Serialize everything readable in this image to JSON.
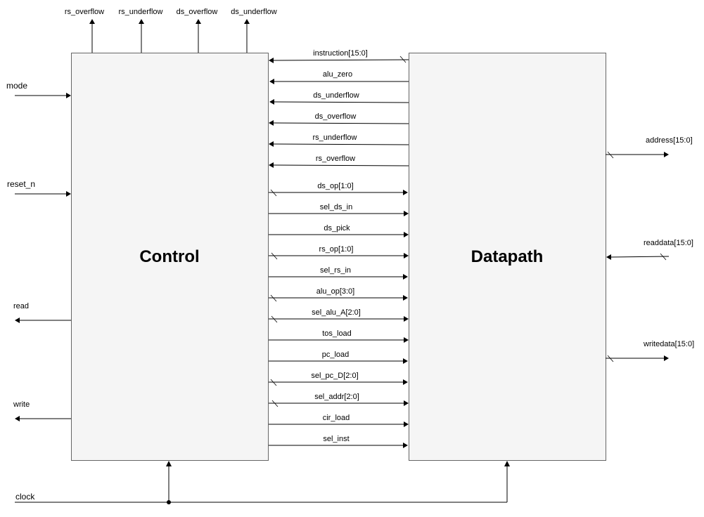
{
  "blocks": {
    "control": {
      "label": "Control"
    },
    "datapath": {
      "label": "Datapath"
    }
  },
  "top_outputs": [
    "rs_overflow",
    "rs_underflow",
    "ds_overflow",
    "ds_underflow"
  ],
  "left_inputs": [
    "mode",
    "reset_n"
  ],
  "left_outputs": [
    "read",
    "write"
  ],
  "datapath_to_control": [
    {
      "label": "instruction[15:0]",
      "bus": true
    },
    {
      "label": "alu_zero",
      "bus": false
    },
    {
      "label": "ds_underflow",
      "bus": false
    },
    {
      "label": "ds_overflow",
      "bus": false
    },
    {
      "label": "rs_underflow",
      "bus": false
    },
    {
      "label": "rs_overflow",
      "bus": false
    }
  ],
  "control_to_datapath": [
    {
      "label": "ds_op[1:0]",
      "bus": true
    },
    {
      "label": "sel_ds_in",
      "bus": false
    },
    {
      "label": "ds_pick",
      "bus": false
    },
    {
      "label": "rs_op[1:0]",
      "bus": true
    },
    {
      "label": "sel_rs_in",
      "bus": false
    },
    {
      "label": "alu_op[3:0]",
      "bus": true
    },
    {
      "label": "sel_alu_A[2:0]",
      "bus": true
    },
    {
      "label": "tos_load",
      "bus": false
    },
    {
      "label": "pc_load",
      "bus": false
    },
    {
      "label": "sel_pc_D[2:0]",
      "bus": true
    },
    {
      "label": "sel_addr[2:0]",
      "bus": true
    },
    {
      "label": "cir_load",
      "bus": false
    },
    {
      "label": "sel_inst",
      "bus": false
    }
  ],
  "right_ports": [
    {
      "label": "address[15:0]",
      "direction": "out"
    },
    {
      "label": "readdata[15:0]",
      "direction": "in"
    },
    {
      "label": "writedata[15:0]",
      "direction": "out"
    }
  ],
  "clock": {
    "label": "clock"
  }
}
